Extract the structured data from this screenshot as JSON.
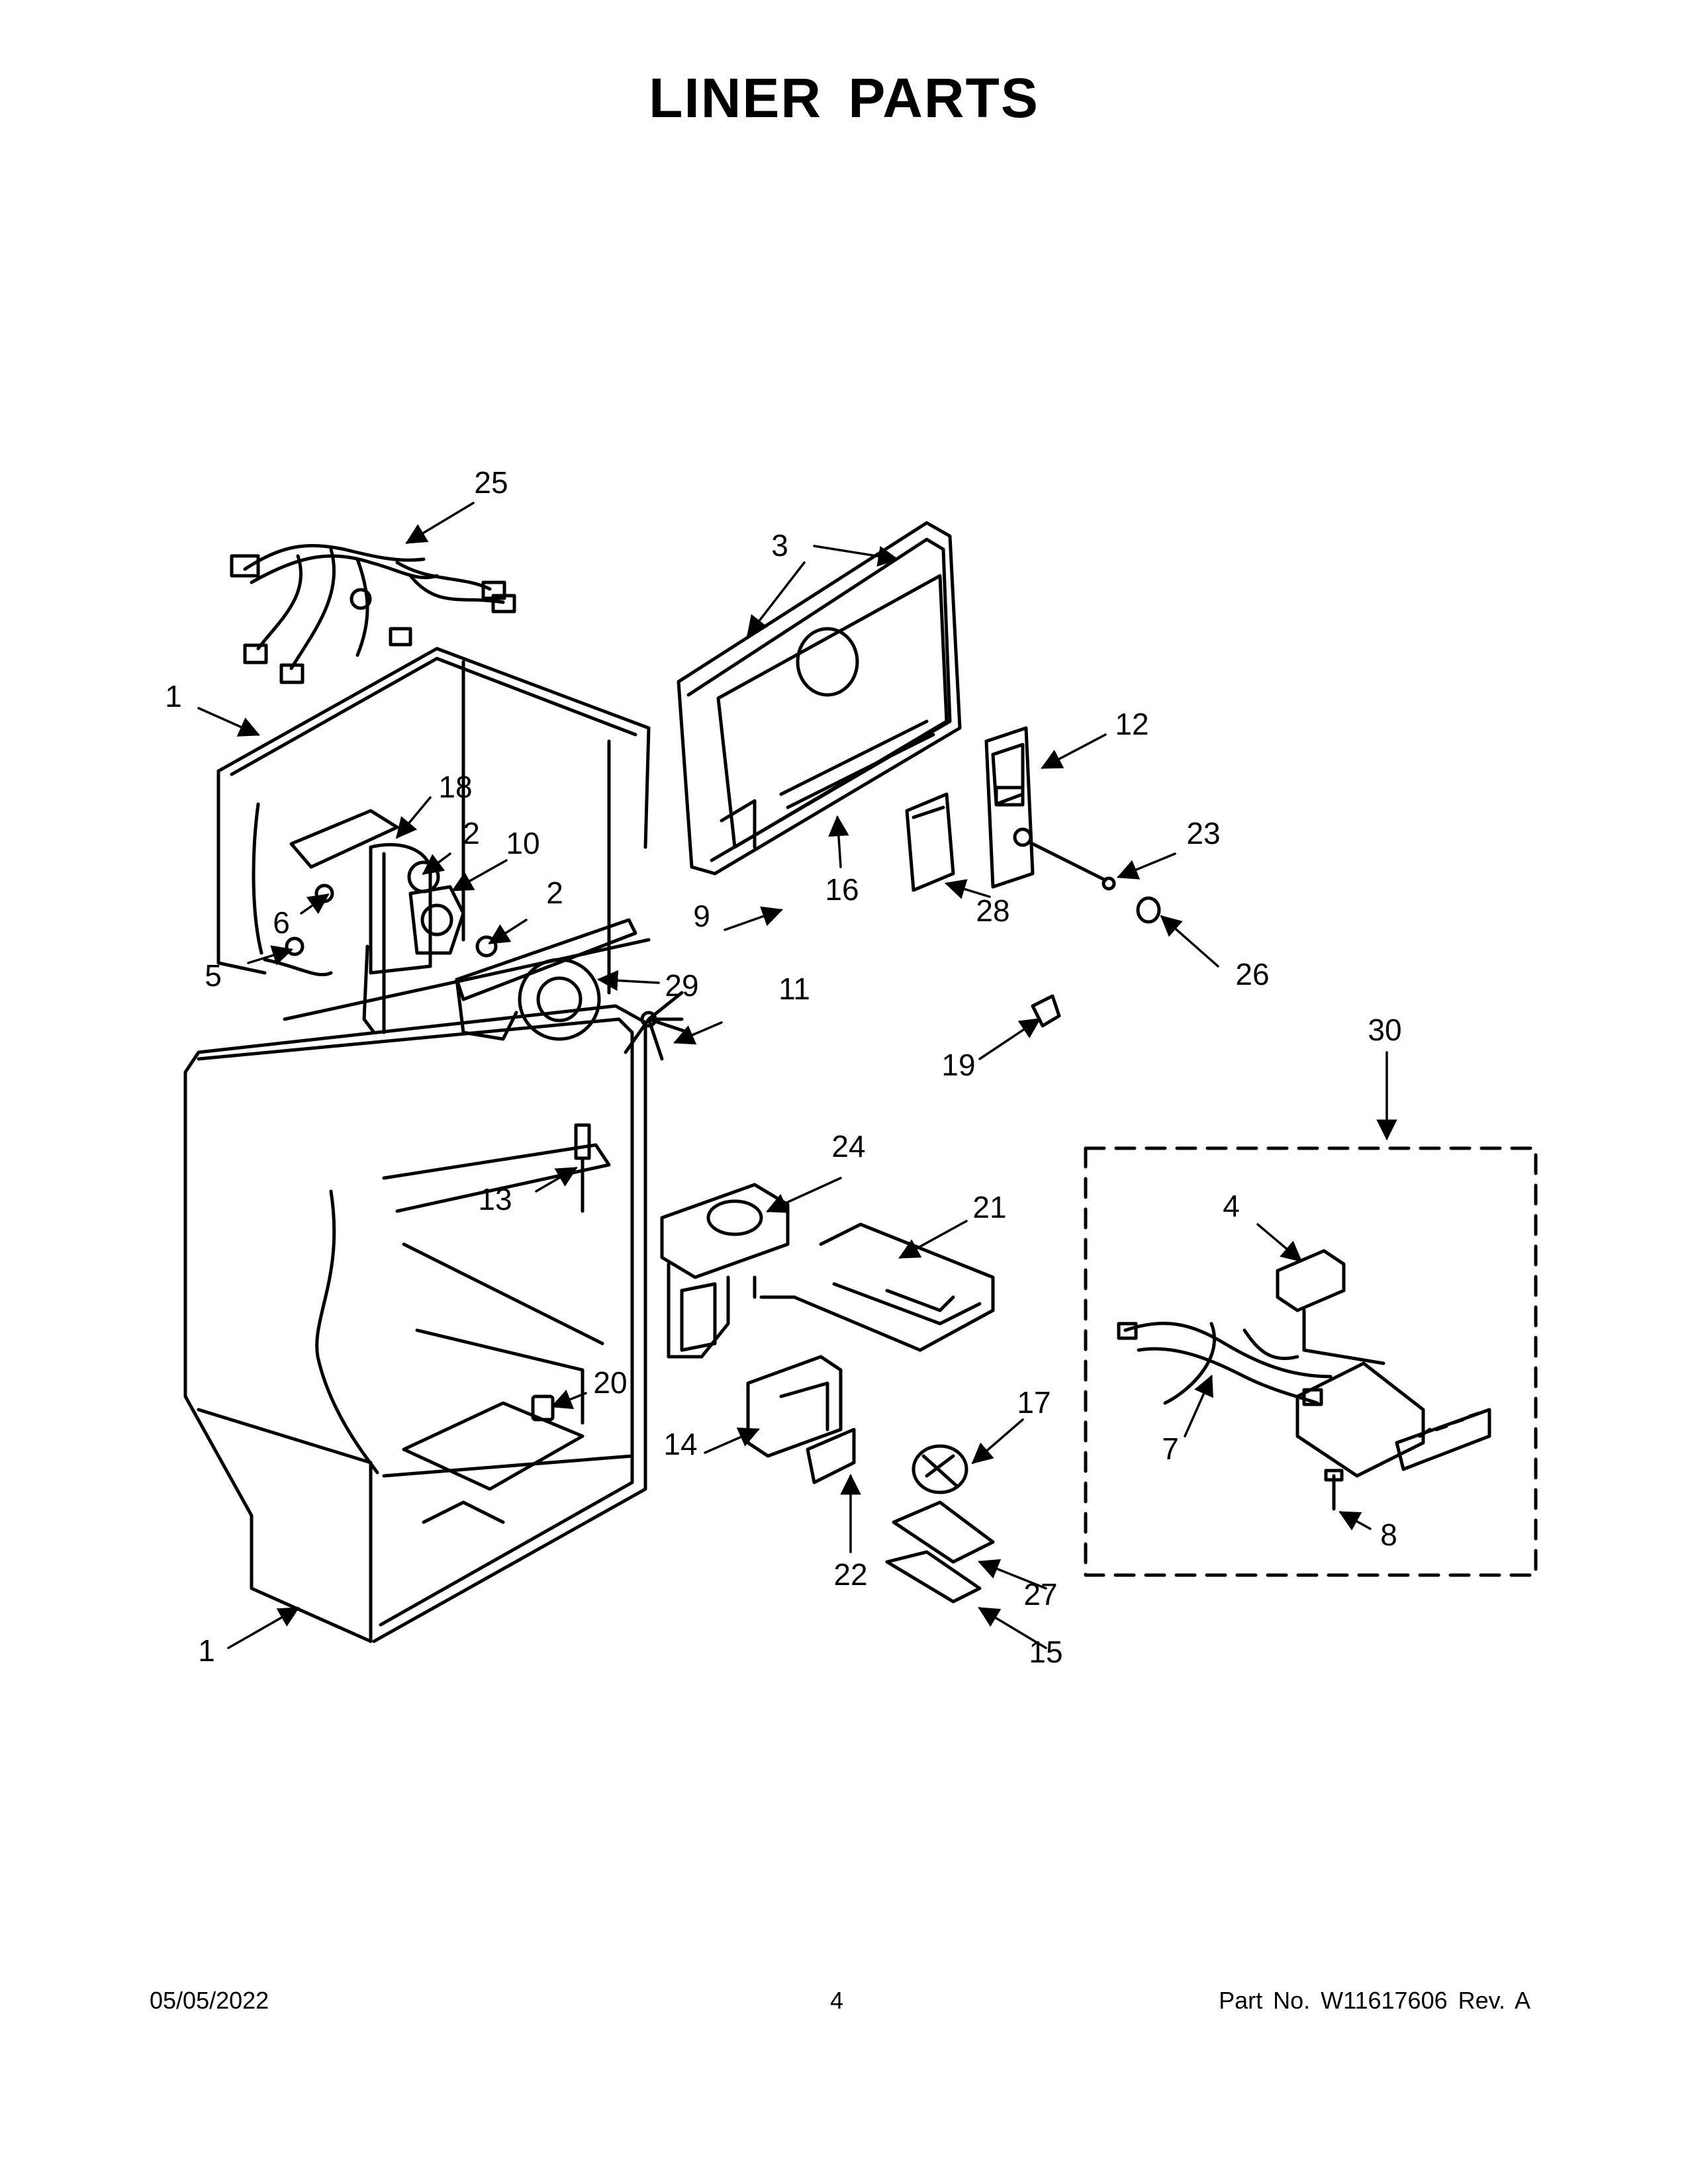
{
  "title": "LINER PARTS",
  "footer": {
    "date": "05/05/2022",
    "page": "4",
    "part_number": "Part No.  W11617606  Rev.  A"
  },
  "callouts": [
    {
      "id": "c1a",
      "label": "1"
    },
    {
      "id": "c1b",
      "label": "1"
    },
    {
      "id": "c2a",
      "label": "2"
    },
    {
      "id": "c2b",
      "label": "2"
    },
    {
      "id": "c3",
      "label": "3"
    },
    {
      "id": "c4",
      "label": "4"
    },
    {
      "id": "c5",
      "label": "5"
    },
    {
      "id": "c6",
      "label": "6"
    },
    {
      "id": "c7",
      "label": "7"
    },
    {
      "id": "c8",
      "label": "8"
    },
    {
      "id": "c9",
      "label": "9"
    },
    {
      "id": "c10",
      "label": "10"
    },
    {
      "id": "c11",
      "label": "11"
    },
    {
      "id": "c12",
      "label": "12"
    },
    {
      "id": "c13",
      "label": "13"
    },
    {
      "id": "c14",
      "label": "14"
    },
    {
      "id": "c15",
      "label": "15"
    },
    {
      "id": "c16",
      "label": "16"
    },
    {
      "id": "c17",
      "label": "17"
    },
    {
      "id": "c18",
      "label": "18"
    },
    {
      "id": "c19",
      "label": "19"
    },
    {
      "id": "c20",
      "label": "20"
    },
    {
      "id": "c21",
      "label": "21"
    },
    {
      "id": "c22",
      "label": "22"
    },
    {
      "id": "c23",
      "label": "23"
    },
    {
      "id": "c24",
      "label": "24"
    },
    {
      "id": "c25",
      "label": "25"
    },
    {
      "id": "c26",
      "label": "26"
    },
    {
      "id": "c27",
      "label": "27"
    },
    {
      "id": "c28",
      "label": "28"
    },
    {
      "id": "c29",
      "label": "29"
    },
    {
      "id": "c30",
      "label": "30"
    }
  ]
}
